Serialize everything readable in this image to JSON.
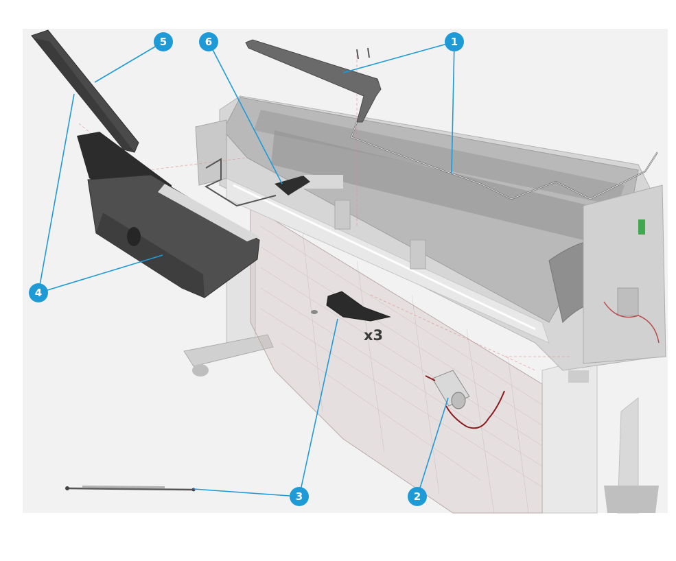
{
  "diagram": {
    "callouts": [
      {
        "number": "1"
      },
      {
        "number": "2"
      },
      {
        "number": "3"
      },
      {
        "number": "4"
      },
      {
        "number": "5"
      },
      {
        "number": "6"
      }
    ],
    "quantity_label": "x3",
    "colors": {
      "callout_fill": "#1e9ad6",
      "leader_line": "#1e9ad6",
      "panel_background": "#f2f2f2",
      "part_dark": "#3c3c3c",
      "printer_ghost": "#9a9a9a",
      "cable_red": "#8b1a1a"
    }
  }
}
